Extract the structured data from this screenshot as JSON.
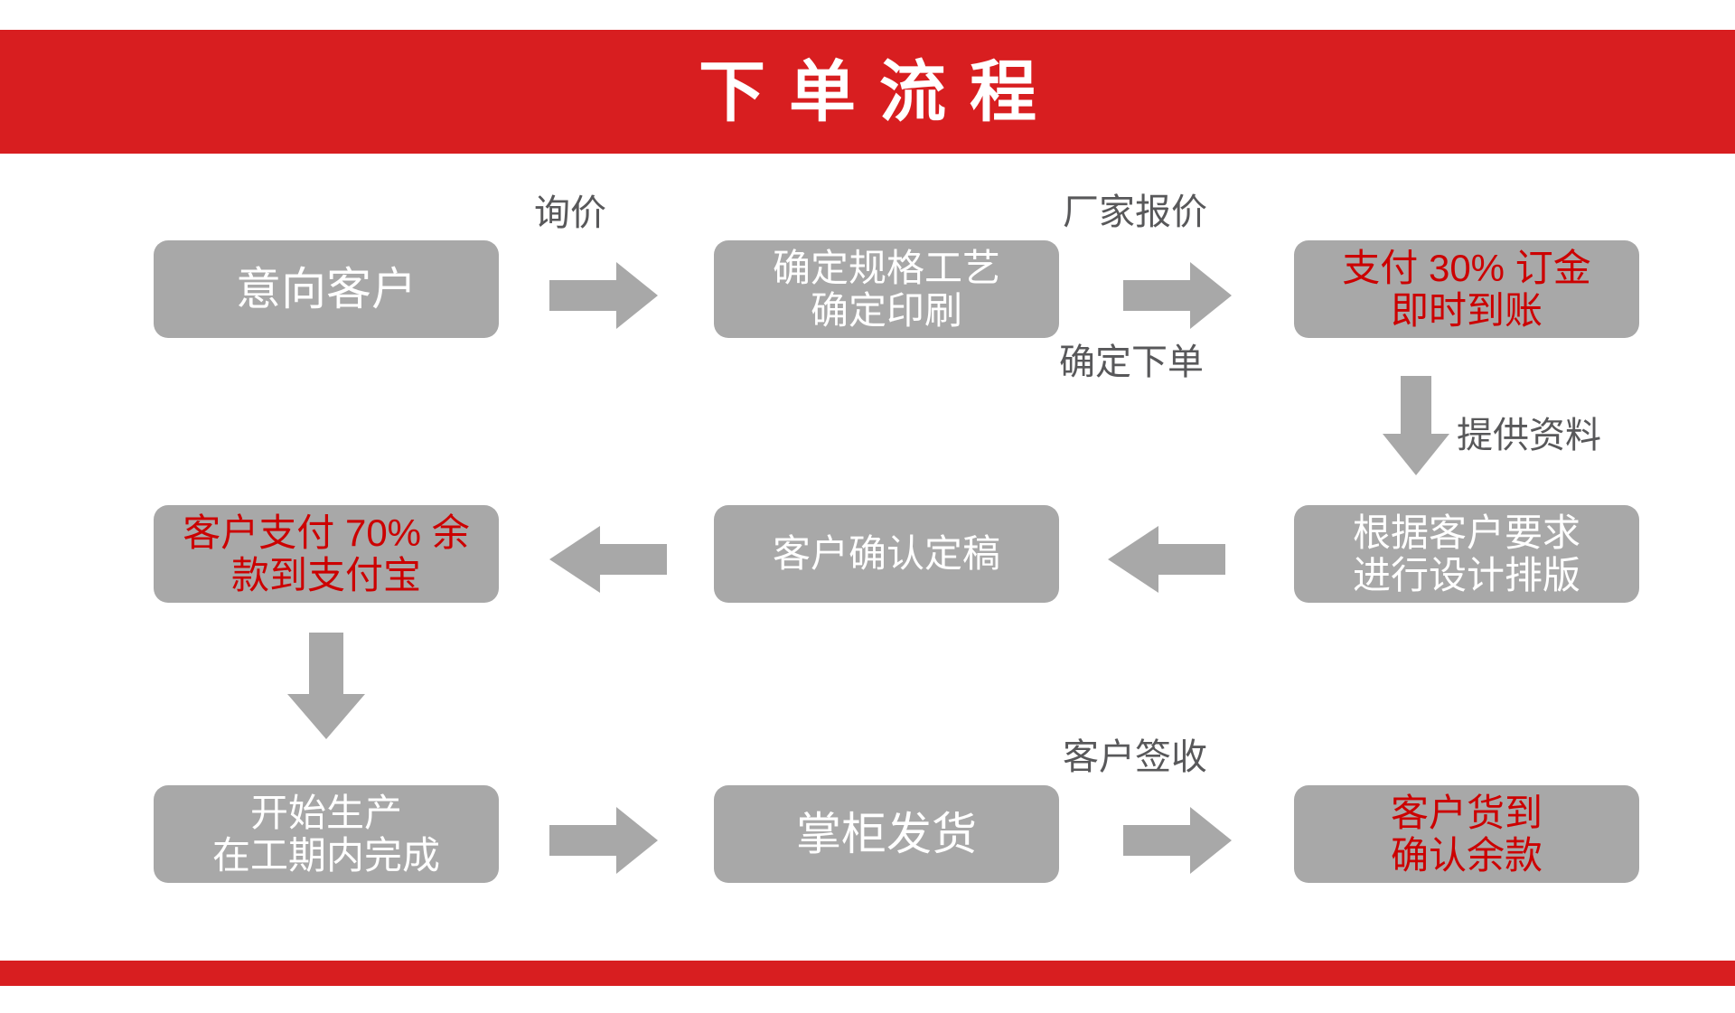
{
  "banner": {
    "title": "下单流程",
    "color": "#D81E20"
  },
  "theme": {
    "node_fill": "#A8A8A8",
    "node_text": "#FFFFFF",
    "highlight_text": "#CC0000",
    "label_text": "#58585A",
    "arrow_fill": "#A8A8A8",
    "background": "#FFFFFF"
  },
  "flow": {
    "nodes": [
      {
        "id": "intended-customer",
        "lines": [
          "意向客户"
        ],
        "highlight": false
      },
      {
        "id": "specs-printing",
        "lines": [
          "确定规格工艺",
          "确定印刷"
        ],
        "highlight": false
      },
      {
        "id": "deposit-30",
        "lines": [
          "支付 30% 订金",
          "即时到账"
        ],
        "highlight": true
      },
      {
        "id": "design-layout",
        "lines": [
          "根据客户要求",
          "进行设计排版"
        ],
        "highlight": false
      },
      {
        "id": "client-approve",
        "lines": [
          "客户确认定稿"
        ],
        "highlight": false
      },
      {
        "id": "pay-70",
        "lines": [
          "客户支付 70% 余",
          "款到支付宝"
        ],
        "highlight": true
      },
      {
        "id": "start-production",
        "lines": [
          "开始生产",
          "在工期内完成"
        ],
        "highlight": false
      },
      {
        "id": "seller-ship",
        "lines": [
          "掌柜发货"
        ],
        "highlight": false
      },
      {
        "id": "confirm-balance",
        "lines": [
          "客户货到",
          "确认余款"
        ],
        "highlight": true
      }
    ],
    "edge_labels": {
      "inquiry": "询价",
      "factory_quote": "厂家报价",
      "confirm_order": "确定下单",
      "provide_docs": "提供资料",
      "client_sign": "客户签收"
    }
  }
}
